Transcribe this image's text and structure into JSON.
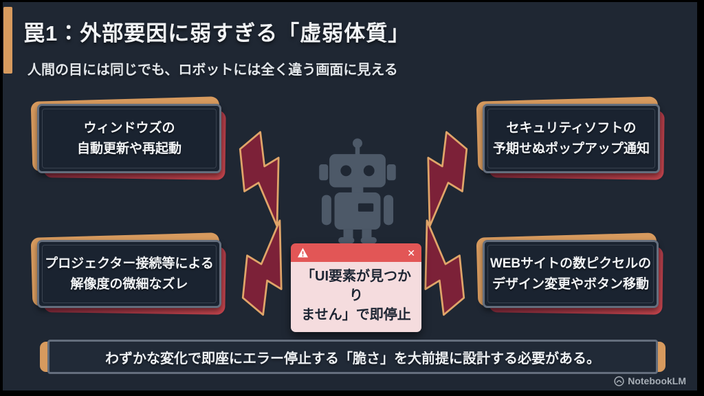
{
  "header": {
    "title": "罠1：外部要因に弱すぎる「虚弱体質」",
    "subtitle": "人間の目には同じでも、ロボットには全く違う画面に見える"
  },
  "factors": [
    {
      "line1": "ウィンドウズの",
      "line2": "自動更新や再起動"
    },
    {
      "line1": "セキュリティソフトの",
      "line2": "予期せぬポップアップ通知"
    },
    {
      "line1": "プロジェクター接続等による",
      "line2": "解像度の微細なズレ"
    },
    {
      "line1": "WEBサイトの数ピクセルの",
      "line2": "デザイン変更やボタン移動"
    }
  ],
  "error_dialog": {
    "warning_icon": "warning-triangle-icon",
    "close_label": "✕",
    "line1": "「UI要素が見つかり",
    "line2": "ません」で即停止"
  },
  "banner": {
    "text": "わずかな変化で即座にエラー停止する「脆さ」を大前提に設計する必要がある。"
  },
  "watermark": {
    "text": "NotebookLM",
    "icon": "notebooklm-logo-icon"
  },
  "icons": {
    "center": "robot-icon",
    "connector": "lightning-bolt-icon"
  },
  "colors": {
    "slide_background": "#1f2733",
    "accent_orange": "#d79a5e",
    "accent_crimson": "#8e2740",
    "card_border": "#646e7d",
    "card_background": "#1a2330",
    "bolt_fill": "#7c2138",
    "bolt_stroke": "#e0a569",
    "robot": "#4d5968",
    "dialog_header": "#e25656",
    "dialog_body": "#f5dcde",
    "text_primary": "#f2f4f6",
    "watermark_text": "#a7aeb6"
  }
}
